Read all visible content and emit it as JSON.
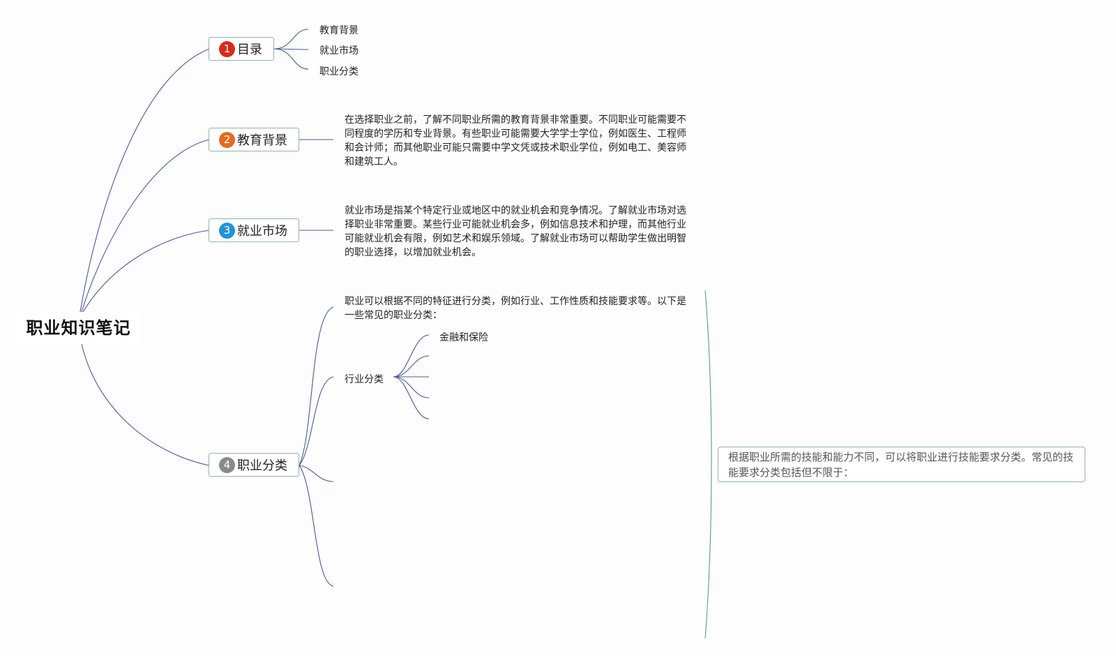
{
  "root": {
    "title": "职业知识笔记"
  },
  "branches": [
    {
      "number": "1",
      "label": "目录",
      "badge_color": "#d92a1c",
      "children": [
        "教育背景",
        "就业市场",
        "职业分类"
      ]
    },
    {
      "number": "2",
      "label": "教育背景",
      "badge_color": "#e66a1f",
      "text": "在选择职业之前，了解不同职业所需的教育背景非常重要。不同职业可能需要不同程度的学历和专业背景。有些职业可能需要大学学士学位，例如医生、工程师和会计师；而其他职业可能只需要中学文凭或技术职业学位，例如电工、美容师和建筑工人。"
    },
    {
      "number": "3",
      "label": "就业市场",
      "badge_color": "#1f95d6",
      "text": "就业市场是指某个特定行业或地区中的就业机会和竞争情况。了解就业市场对选择职业非常重要。某些行业可能就业机会多，例如信息技术和护理，而其他行业可能就业机会有限，例如艺术和娱乐领域。了解就业市场可以帮助学生做出明智的职业选择，以增加就业机会。"
    },
    {
      "number": "4",
      "label": "职业分类",
      "badge_color": "#8a8a8a",
      "intro": "职业可以根据不同的特征进行分类，例如行业、工作性质和技能要求等。以下是一些常见的职业分类：",
      "industry_label": "行业分类",
      "industry_items": [
        "金融和保险"
      ],
      "skill_text": "根据职业所需的技能和能力不同，可以将职业进行技能要求分类。常见的技能要求分类包括但不限于："
    }
  ],
  "colors": {
    "link": "#4a5a96",
    "link_alt": "#5e9a86",
    "node_border": "#8fb5a8"
  }
}
